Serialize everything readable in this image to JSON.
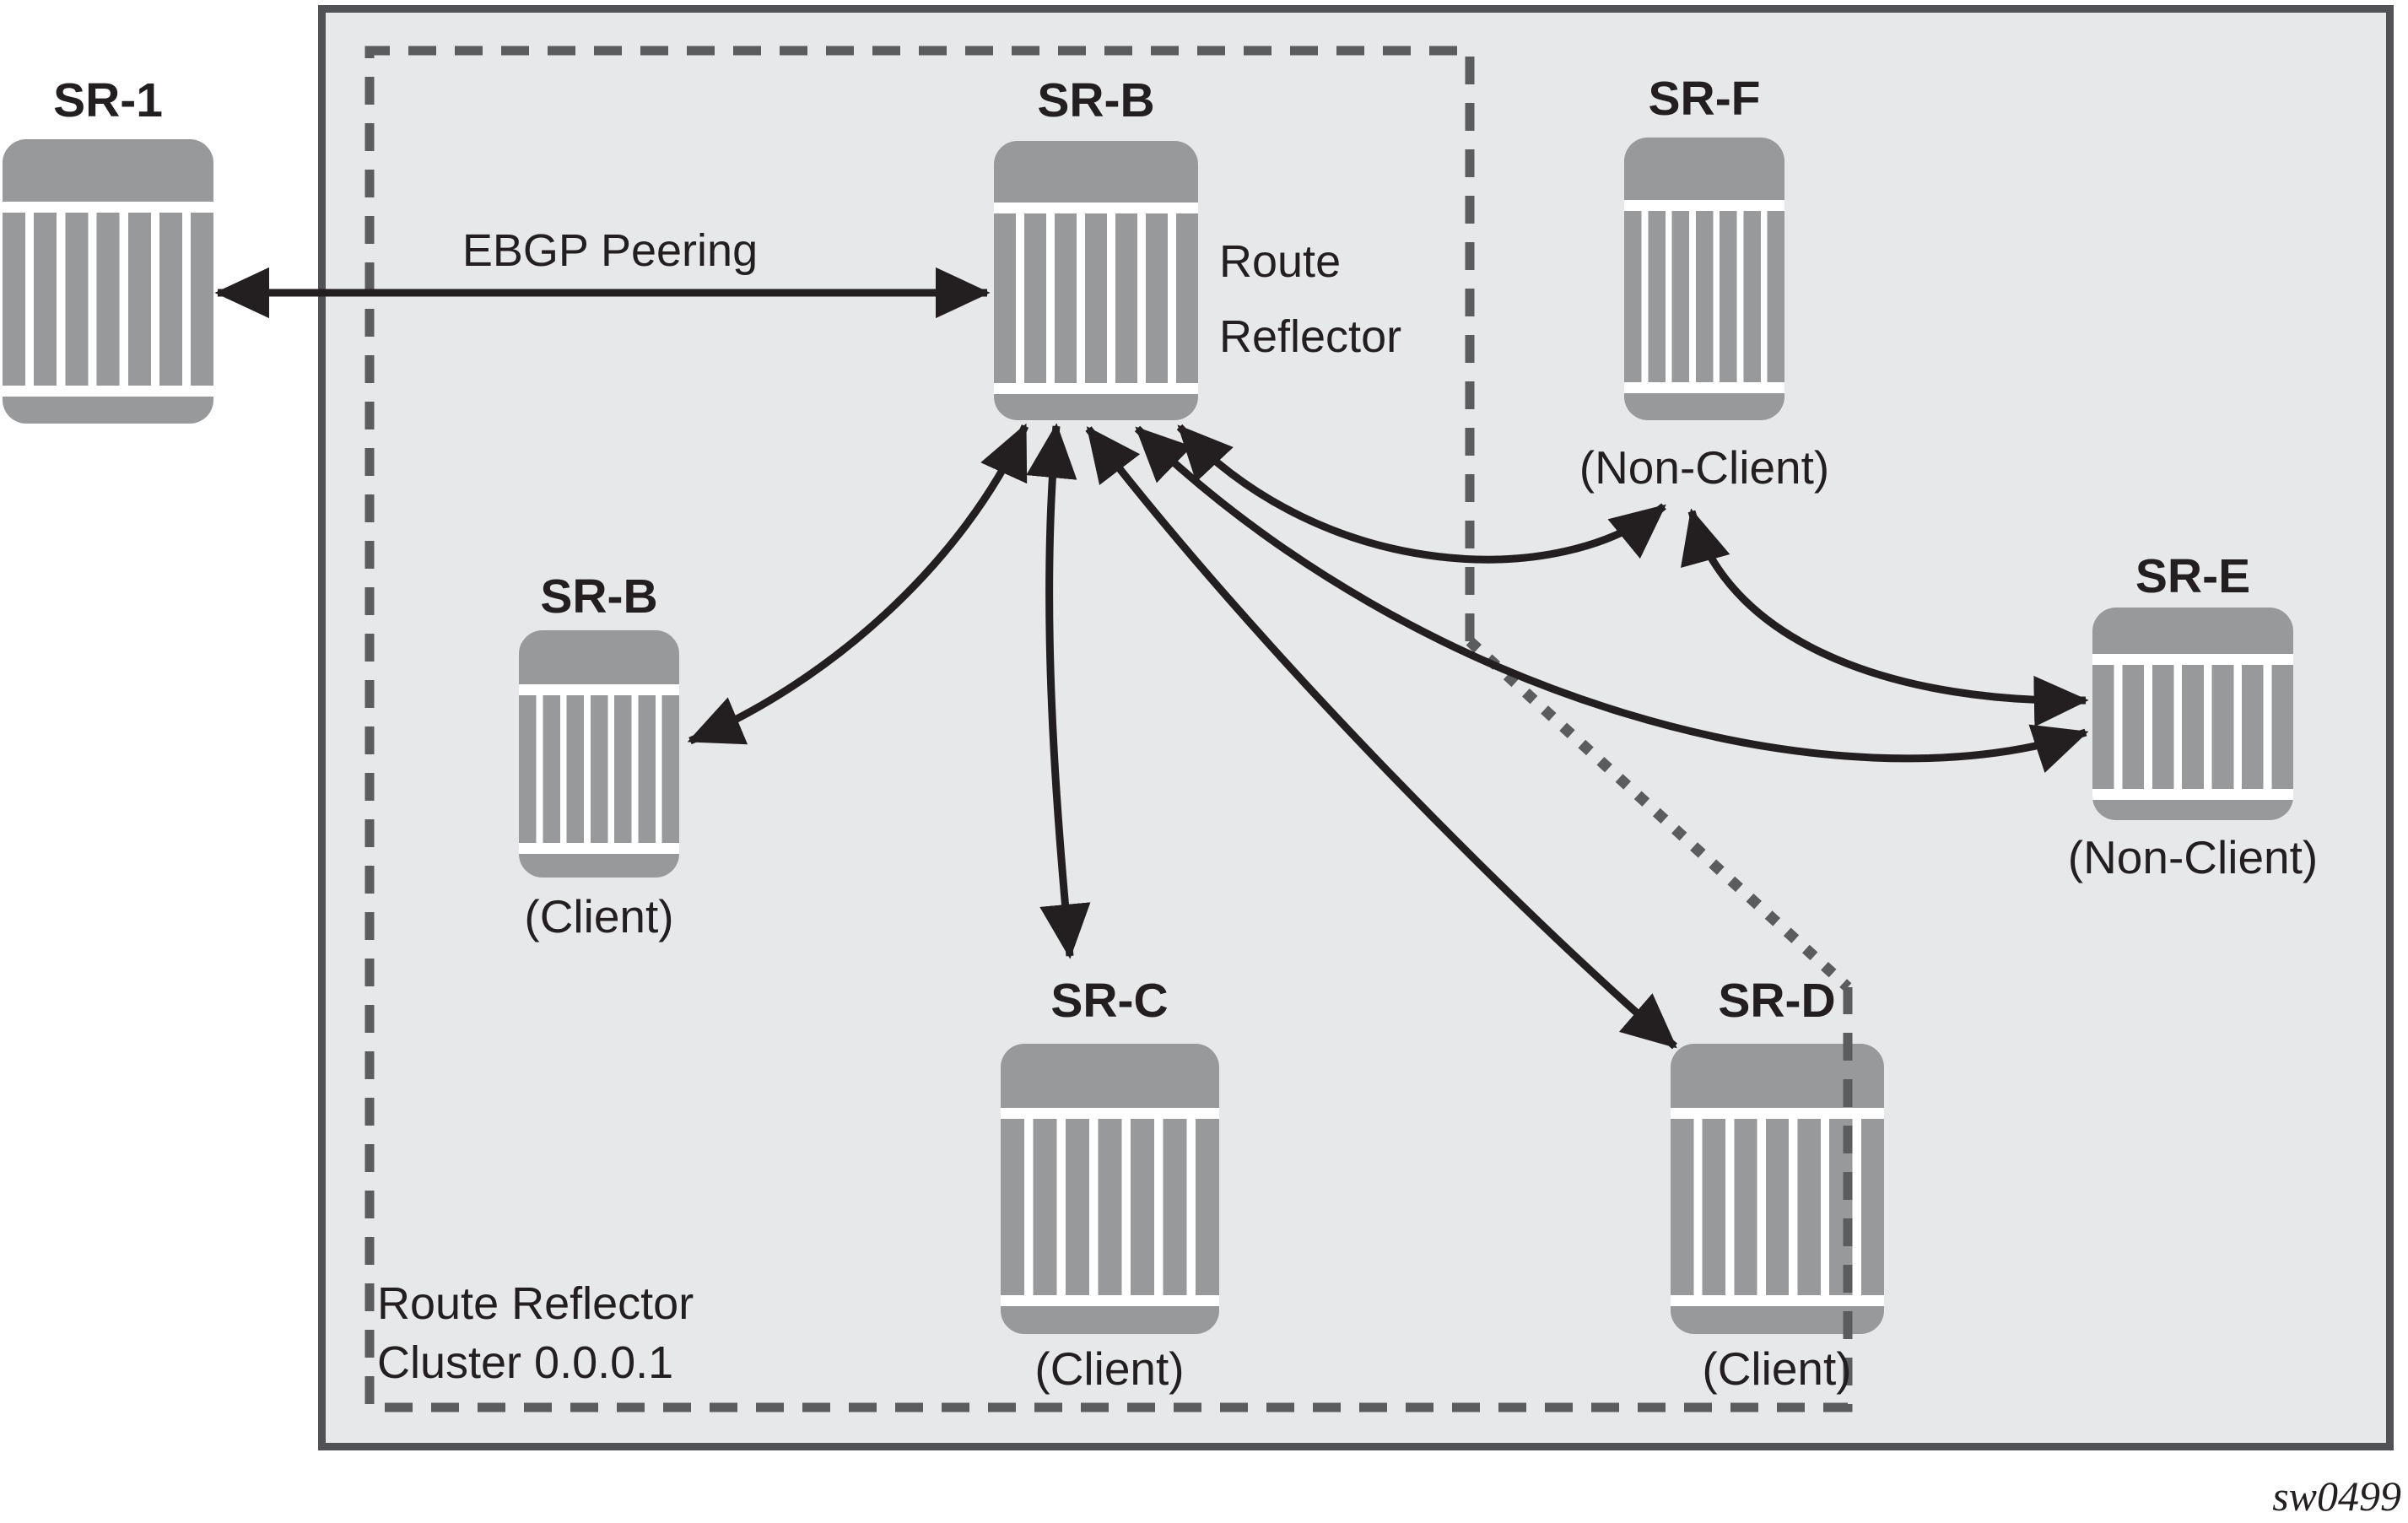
{
  "diagram": {
    "figure_id": "sw0499",
    "ebgp_label": "EBGP Peering",
    "rr_role_line1": "Route",
    "rr_role_line2": "Reflector",
    "cluster_label_line1": "Route Reflector",
    "cluster_label_line2": "Cluster 0.0.0.1"
  },
  "nodes": {
    "sr1": {
      "label": "SR-1",
      "sublabel": ""
    },
    "rr": {
      "label": "SR-B",
      "sublabel": "",
      "role": "Route Reflector"
    },
    "srb_client": {
      "label": "SR-B",
      "sublabel": "(Client)"
    },
    "src": {
      "label": "SR-C",
      "sublabel": "(Client)"
    },
    "srd": {
      "label": "SR-D",
      "sublabel": "(Client)"
    },
    "sre": {
      "label": "SR-E",
      "sublabel": "(Non-Client)"
    },
    "srf": {
      "label": "SR-F",
      "sublabel": "(Non-Client)"
    }
  },
  "edges": [
    {
      "from": "SR-1",
      "to": "SR-B (Route Reflector)",
      "type": "EBGP Peering",
      "bidirectional": true
    },
    {
      "from": "SR-B (Route Reflector)",
      "to": "SR-B (Client)",
      "type": "IBGP",
      "bidirectional": true
    },
    {
      "from": "SR-B (Route Reflector)",
      "to": "SR-C (Client)",
      "type": "IBGP",
      "bidirectional": true
    },
    {
      "from": "SR-B (Route Reflector)",
      "to": "SR-D (Client)",
      "type": "IBGP",
      "bidirectional": true
    },
    {
      "from": "SR-B (Route Reflector)",
      "to": "SR-E (Non-Client)",
      "type": "IBGP",
      "bidirectional": true
    },
    {
      "from": "SR-B (Route Reflector)",
      "to": "SR-F (Non-Client)",
      "type": "IBGP",
      "bidirectional": true
    },
    {
      "from": "SR-F (Non-Client)",
      "to": "SR-E (Non-Client)",
      "type": "IBGP",
      "bidirectional": true
    }
  ],
  "cluster": {
    "name": "Route Reflector Cluster 0.0.0.1",
    "members": [
      "SR-B (Route Reflector)",
      "SR-B (Client)",
      "SR-C (Client)",
      "SR-D (Client)"
    ]
  },
  "colors": {
    "page_background": "#ffffff",
    "box_background": "#e7e8e9",
    "box_border": "#515256",
    "router_fill": "#97999b",
    "arrow": "#231f20",
    "text": "#231f20",
    "dashed_boundary": "#5b5c5e"
  }
}
